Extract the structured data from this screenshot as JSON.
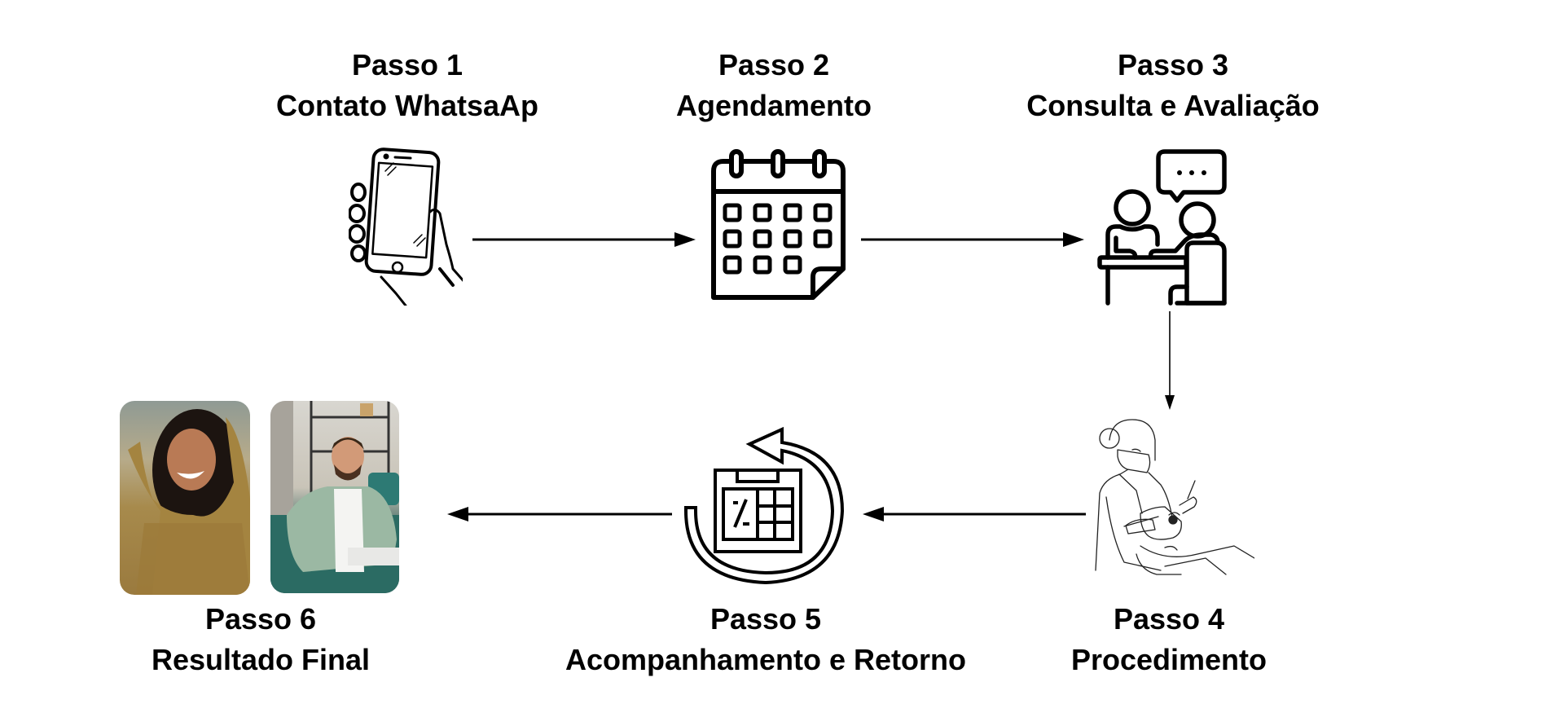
{
  "diagram": {
    "type": "process-flow",
    "steps": [
      {
        "step": "Passo 1",
        "title": "Contato WhatsaAp",
        "icon": "hand-holding-phone-icon"
      },
      {
        "step": "Passo 2",
        "title": "Agendamento",
        "icon": "calendar-icon"
      },
      {
        "step": "Passo 3",
        "title": "Consulta e Avaliação",
        "icon": "consultation-meeting-icon"
      },
      {
        "step": "Passo 4",
        "title": "Procedimento",
        "icon": "dentist-procedure-icon"
      },
      {
        "step": "Passo 5",
        "title": "Acompanhamento e Retorno",
        "icon": "recurring-calendar-icon"
      },
      {
        "step": "Passo 6",
        "title": "Resultado Final",
        "icon": "happy-patients-photos"
      }
    ],
    "arrows": [
      {
        "from": "Passo 1",
        "to": "Passo 2",
        "direction": "right"
      },
      {
        "from": "Passo 2",
        "to": "Passo 3",
        "direction": "right"
      },
      {
        "from": "Passo 3",
        "to": "Passo 4",
        "direction": "down"
      },
      {
        "from": "Passo 4",
        "to": "Passo 5",
        "direction": "left"
      },
      {
        "from": "Passo 5",
        "to": "Passo 6",
        "direction": "left"
      }
    ],
    "colors": {
      "line": "#000000",
      "background": "#ffffff"
    }
  }
}
